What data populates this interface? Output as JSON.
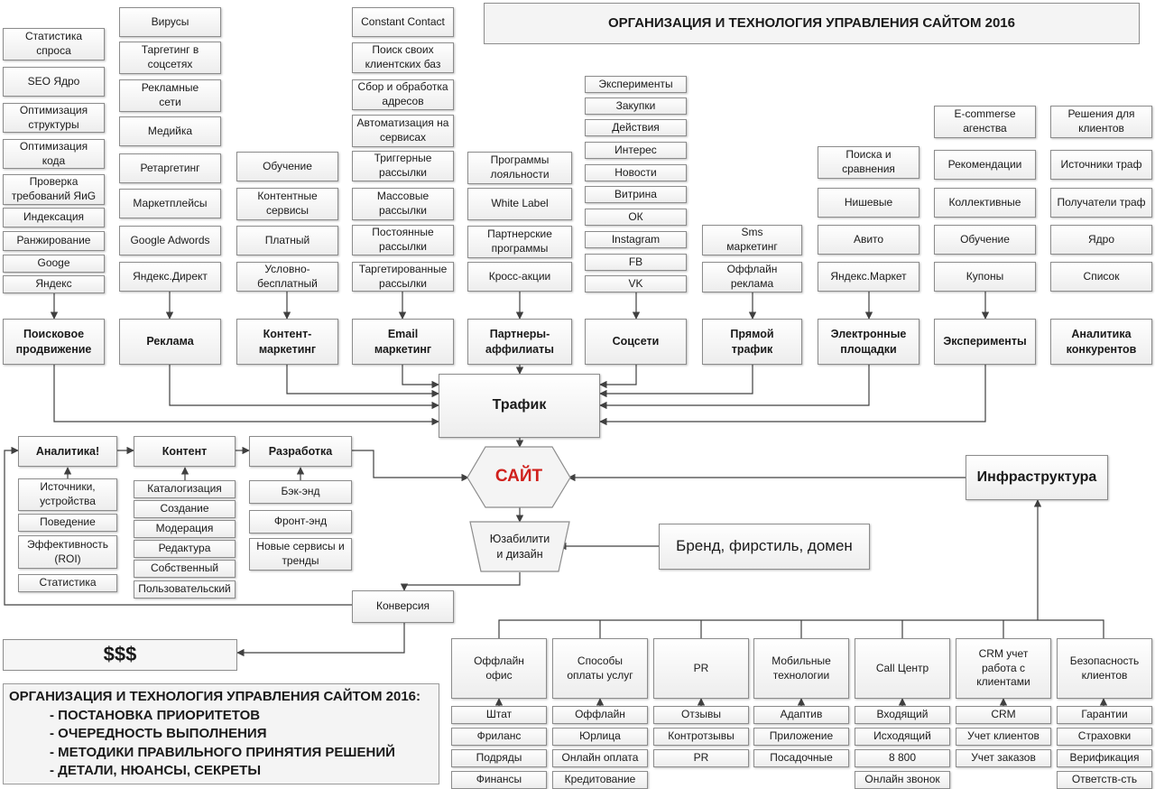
{
  "title": "ОРГАНИЗАЦИЯ И ТЕХНОЛОГИЯ УПРАВЛЕНИЯ САЙТОМ 2016",
  "groups": [
    {
      "id": "search",
      "name": "Поисковое\nпродвижение",
      "items": [
        "Статистика\nспроса",
        "SEO Ядро",
        "Оптимизация\nструктуры",
        "Оптимизация\nкода",
        "Проверка\nтребований ЯиG",
        "Индексация",
        "Ранжирование",
        "Googe",
        "Яндекс"
      ]
    },
    {
      "id": "ads",
      "name": "Реклама",
      "items": [
        "Вирусы",
        "Таргетинг в\nсоцсетях",
        "Рекламные\nсети",
        "Медийка",
        "Ретаргетинг",
        "Маркетплейсы",
        "Google Adwords",
        "Яндекс.Директ"
      ]
    },
    {
      "id": "content-marketing",
      "name": "Контент-\nмаркетинг",
      "items": [
        "Обучение",
        "Контентные\nсервисы",
        "Платный",
        "Условно-\nбесплатный"
      ]
    },
    {
      "id": "email",
      "name": "Email\nмаркетинг",
      "items": [
        "Constant Contact",
        "Поиск своих\nклиентских баз",
        "Сбор и обработка\nадресов",
        "Автоматизация на\nсервисах",
        "Триггерные\nрассылки",
        "Массовые\nрассылки",
        "Постоянные\nрассылки",
        "Таргетированные\nрассылки"
      ]
    },
    {
      "id": "partners",
      "name": "Партнеры-\nаффилиаты",
      "items": [
        "Программы\nлояльности",
        "White Label",
        "Партнерские\nпрограммы",
        "Кросс-акции"
      ]
    },
    {
      "id": "social",
      "name": "Соцсети",
      "items": [
        "Эксперименты",
        "Закупки",
        "Действия",
        "Интерес",
        "Новости",
        "Витрина",
        "ОК",
        "Instagram",
        "FB",
        "VK"
      ]
    },
    {
      "id": "direct",
      "name": "Прямой\nтрафик",
      "items": [
        "Sms\nмаркетинг",
        "Оффлайн\nреклама"
      ]
    },
    {
      "id": "marketplaces",
      "name": "Электронные\nплощадки",
      "items": [
        "Поиска и\nсравнения",
        "Нишевые",
        "Авито",
        "Яндекс.Маркет"
      ]
    },
    {
      "id": "experiments",
      "name": "Эксперименты",
      "items": [
        "E-commerse\nагенства",
        "Рекомендации",
        "Коллективные",
        "Обучение",
        "Купоны"
      ]
    },
    {
      "id": "competitors",
      "name": "Аналитика\nконкурентов",
      "items": [
        "Решения для\nклиентов",
        "Источники траф",
        "Получатели траф",
        "Ядро",
        "Список"
      ]
    }
  ],
  "traffic": "Трафик",
  "site": "САЙТ",
  "infrastructure": "Инфраструктура",
  "usability": "Юзабилити\nи дизайн",
  "brand": "Бренд, фирстиль, домен",
  "conversion": "Конверсия",
  "money": "$$$",
  "analytics": {
    "name": "Аналитика!",
    "items": [
      "Источники,\nустройства",
      "Поведение",
      "Эффективность\n(ROI)",
      "Статистика"
    ]
  },
  "content": {
    "name": "Контент",
    "items": [
      "Каталогизация",
      "Создание",
      "Модерация",
      "Редактура",
      "Собственный",
      "Пользовательский"
    ]
  },
  "development": {
    "name": "Разработка",
    "items": [
      "Бэк-энд",
      "Фронт-энд",
      "Новые сервисы и\nтренды"
    ]
  },
  "infra_groups": [
    {
      "id": "office",
      "name": "Оффлайн\nофис",
      "items": [
        "Штат",
        "Фриланс",
        "Подряды",
        "Финансы"
      ]
    },
    {
      "id": "payment",
      "name": "Способы\nоплаты услуг",
      "items": [
        "Оффлайн",
        "Юрлица",
        "Онлайн оплата",
        "Кредитование"
      ]
    },
    {
      "id": "pr",
      "name": "PR",
      "items": [
        "Отзывы",
        "Контротзывы",
        "PR"
      ]
    },
    {
      "id": "mobile",
      "name": "Мобильные\nтехнологии",
      "items": [
        "Адаптив",
        "Приложение",
        "Посадочные"
      ]
    },
    {
      "id": "callcenter",
      "name": "Call Центр",
      "items": [
        "Входящий",
        "Исходящий",
        "8 800",
        "Онлайн звонок"
      ]
    },
    {
      "id": "crm",
      "name": "CRM учет\nработа с\nклиентами",
      "items": [
        "CRM",
        "Учет клиентов",
        "Учет заказов"
      ]
    },
    {
      "id": "security",
      "name": "Безопасность\nклиентов",
      "items": [
        "Гарантии",
        "Страховки",
        "Верификация",
        "Ответств-сть"
      ]
    }
  ],
  "summary": {
    "heading": "ОРГАНИЗАЦИЯ И ТЕХНОЛОГИЯ УПРАВЛЕНИЯ САЙТОМ 2016:",
    "items": [
      "- ПОСТАНОВКА ПРИОРИТЕТОВ",
      "- ОЧЕРЕДНОСТЬ ВЫПОЛНЕНИЯ",
      "- МЕТОДИКИ ПРАВИЛЬНОГО ПРИНЯТИЯ РЕШЕНИЙ",
      "- ДЕТАЛИ, НЮАНСЫ, СЕКРЕТЫ"
    ]
  },
  "colors": {
    "site": "#d0201c",
    "line": "#404040",
    "box_border": "#8c8c8c"
  }
}
